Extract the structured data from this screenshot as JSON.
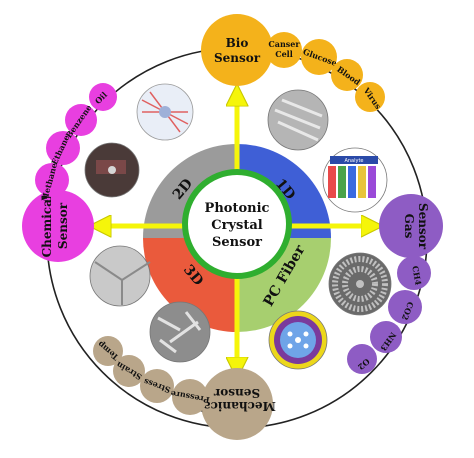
{
  "center": {
    "line1": "Photonic",
    "line2": "Crystal",
    "line3": "Sensor"
  },
  "quadrants": {
    "q2d": "2D",
    "q1d": "1D",
    "q3d": "3D",
    "pcfiber": "PC Fiber"
  },
  "sensors": {
    "bio": {
      "line1": "Bio",
      "line2": "Sensor",
      "color": "#f4b21b",
      "items": [
        "Canser Cell",
        "Glucose",
        "Blood",
        "Virus"
      ]
    },
    "gas": {
      "line1": "Gas",
      "line2": "Sensor",
      "color": "#8e5cc4",
      "items": [
        "CH4",
        "CO2",
        "NH3",
        "O2"
      ]
    },
    "chemical": {
      "line1": "Chemical",
      "line2": "Sensor",
      "color": "#e83fe0",
      "items": [
        "Methane",
        "Ethane",
        "Benzene",
        "Oil"
      ]
    },
    "mechanical": {
      "line1": "Mechanical",
      "line2": "Sensor",
      "color": "#b9a68a",
      "items": [
        "Temp",
        "Strain",
        "Stress",
        "Pressure"
      ]
    }
  },
  "photo_labels": {
    "analyte": "Analyte"
  },
  "colors": {
    "arrow": "#f5f50a",
    "q2d": "#9b9b9b",
    "q1d": "#3f5fd6",
    "q3d": "#ea5a3c",
    "pcfiber": "#a7cf6f",
    "center_ring": "#2fae2f"
  }
}
